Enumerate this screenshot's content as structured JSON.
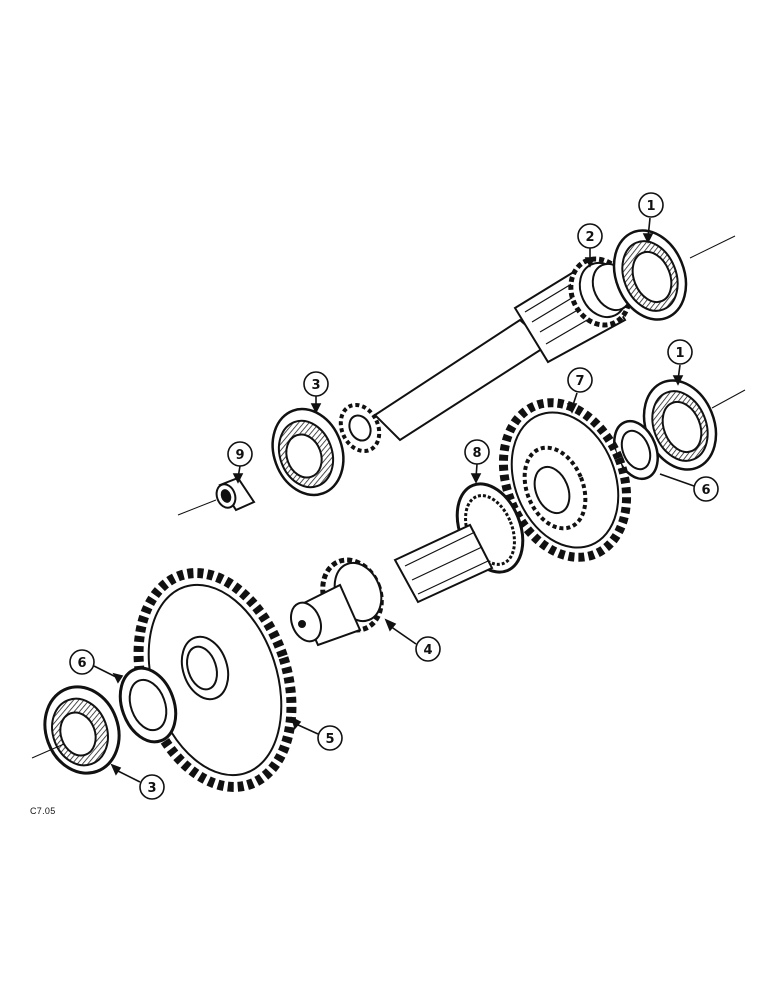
{
  "figure_code": "C7.05",
  "callouts": [
    {
      "id": "c1a",
      "label": "1"
    },
    {
      "id": "c2",
      "label": "2"
    },
    {
      "id": "c1b",
      "label": "1"
    },
    {
      "id": "c7",
      "label": "7"
    },
    {
      "id": "c3a",
      "label": "3"
    },
    {
      "id": "c9",
      "label": "9"
    },
    {
      "id": "c8",
      "label": "8"
    },
    {
      "id": "c6a",
      "label": "6"
    },
    {
      "id": "c4",
      "label": "4"
    },
    {
      "id": "c6b",
      "label": "6"
    },
    {
      "id": "c5",
      "label": "5"
    },
    {
      "id": "c3b",
      "label": "3"
    }
  ]
}
